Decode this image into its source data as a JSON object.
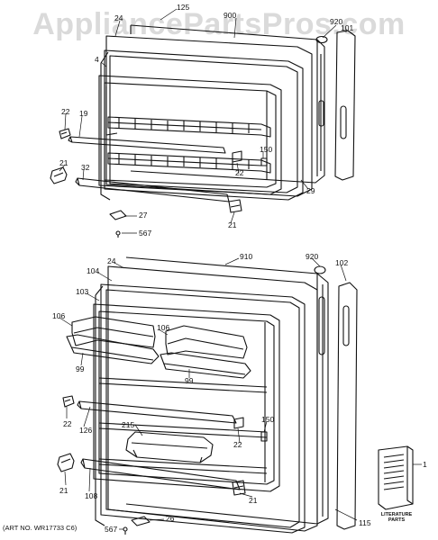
{
  "watermark": "AppliancePartsPros.com",
  "art_number": "(ART NO. WR17733 C6)",
  "literature_caption": "LITERATURE\nPARTS",
  "callouts": {
    "c125": "125",
    "c24a": "24",
    "c900": "900",
    "c920a": "920",
    "c101": "101",
    "c4": "4",
    "c22a": "22",
    "c19": "19",
    "c150a": "150",
    "c22b": "22",
    "c21a": "21",
    "c32": "32",
    "c29": "29",
    "c21b": "21",
    "c27": "27",
    "c567a": "567",
    "c24b": "24",
    "c910": "910",
    "c920b": "920",
    "c104": "104",
    "c102": "102",
    "c103": "103",
    "c106a": "106",
    "c106b": "106",
    "c99a": "99",
    "c99b": "99",
    "c22c": "22",
    "c126": "126",
    "c215": "215",
    "c150b": "150",
    "c22d": "22",
    "c1": "1",
    "c21c": "21",
    "c108": "108",
    "c21d": "21",
    "c115": "115",
    "c26": "26",
    "c567b": "567"
  }
}
